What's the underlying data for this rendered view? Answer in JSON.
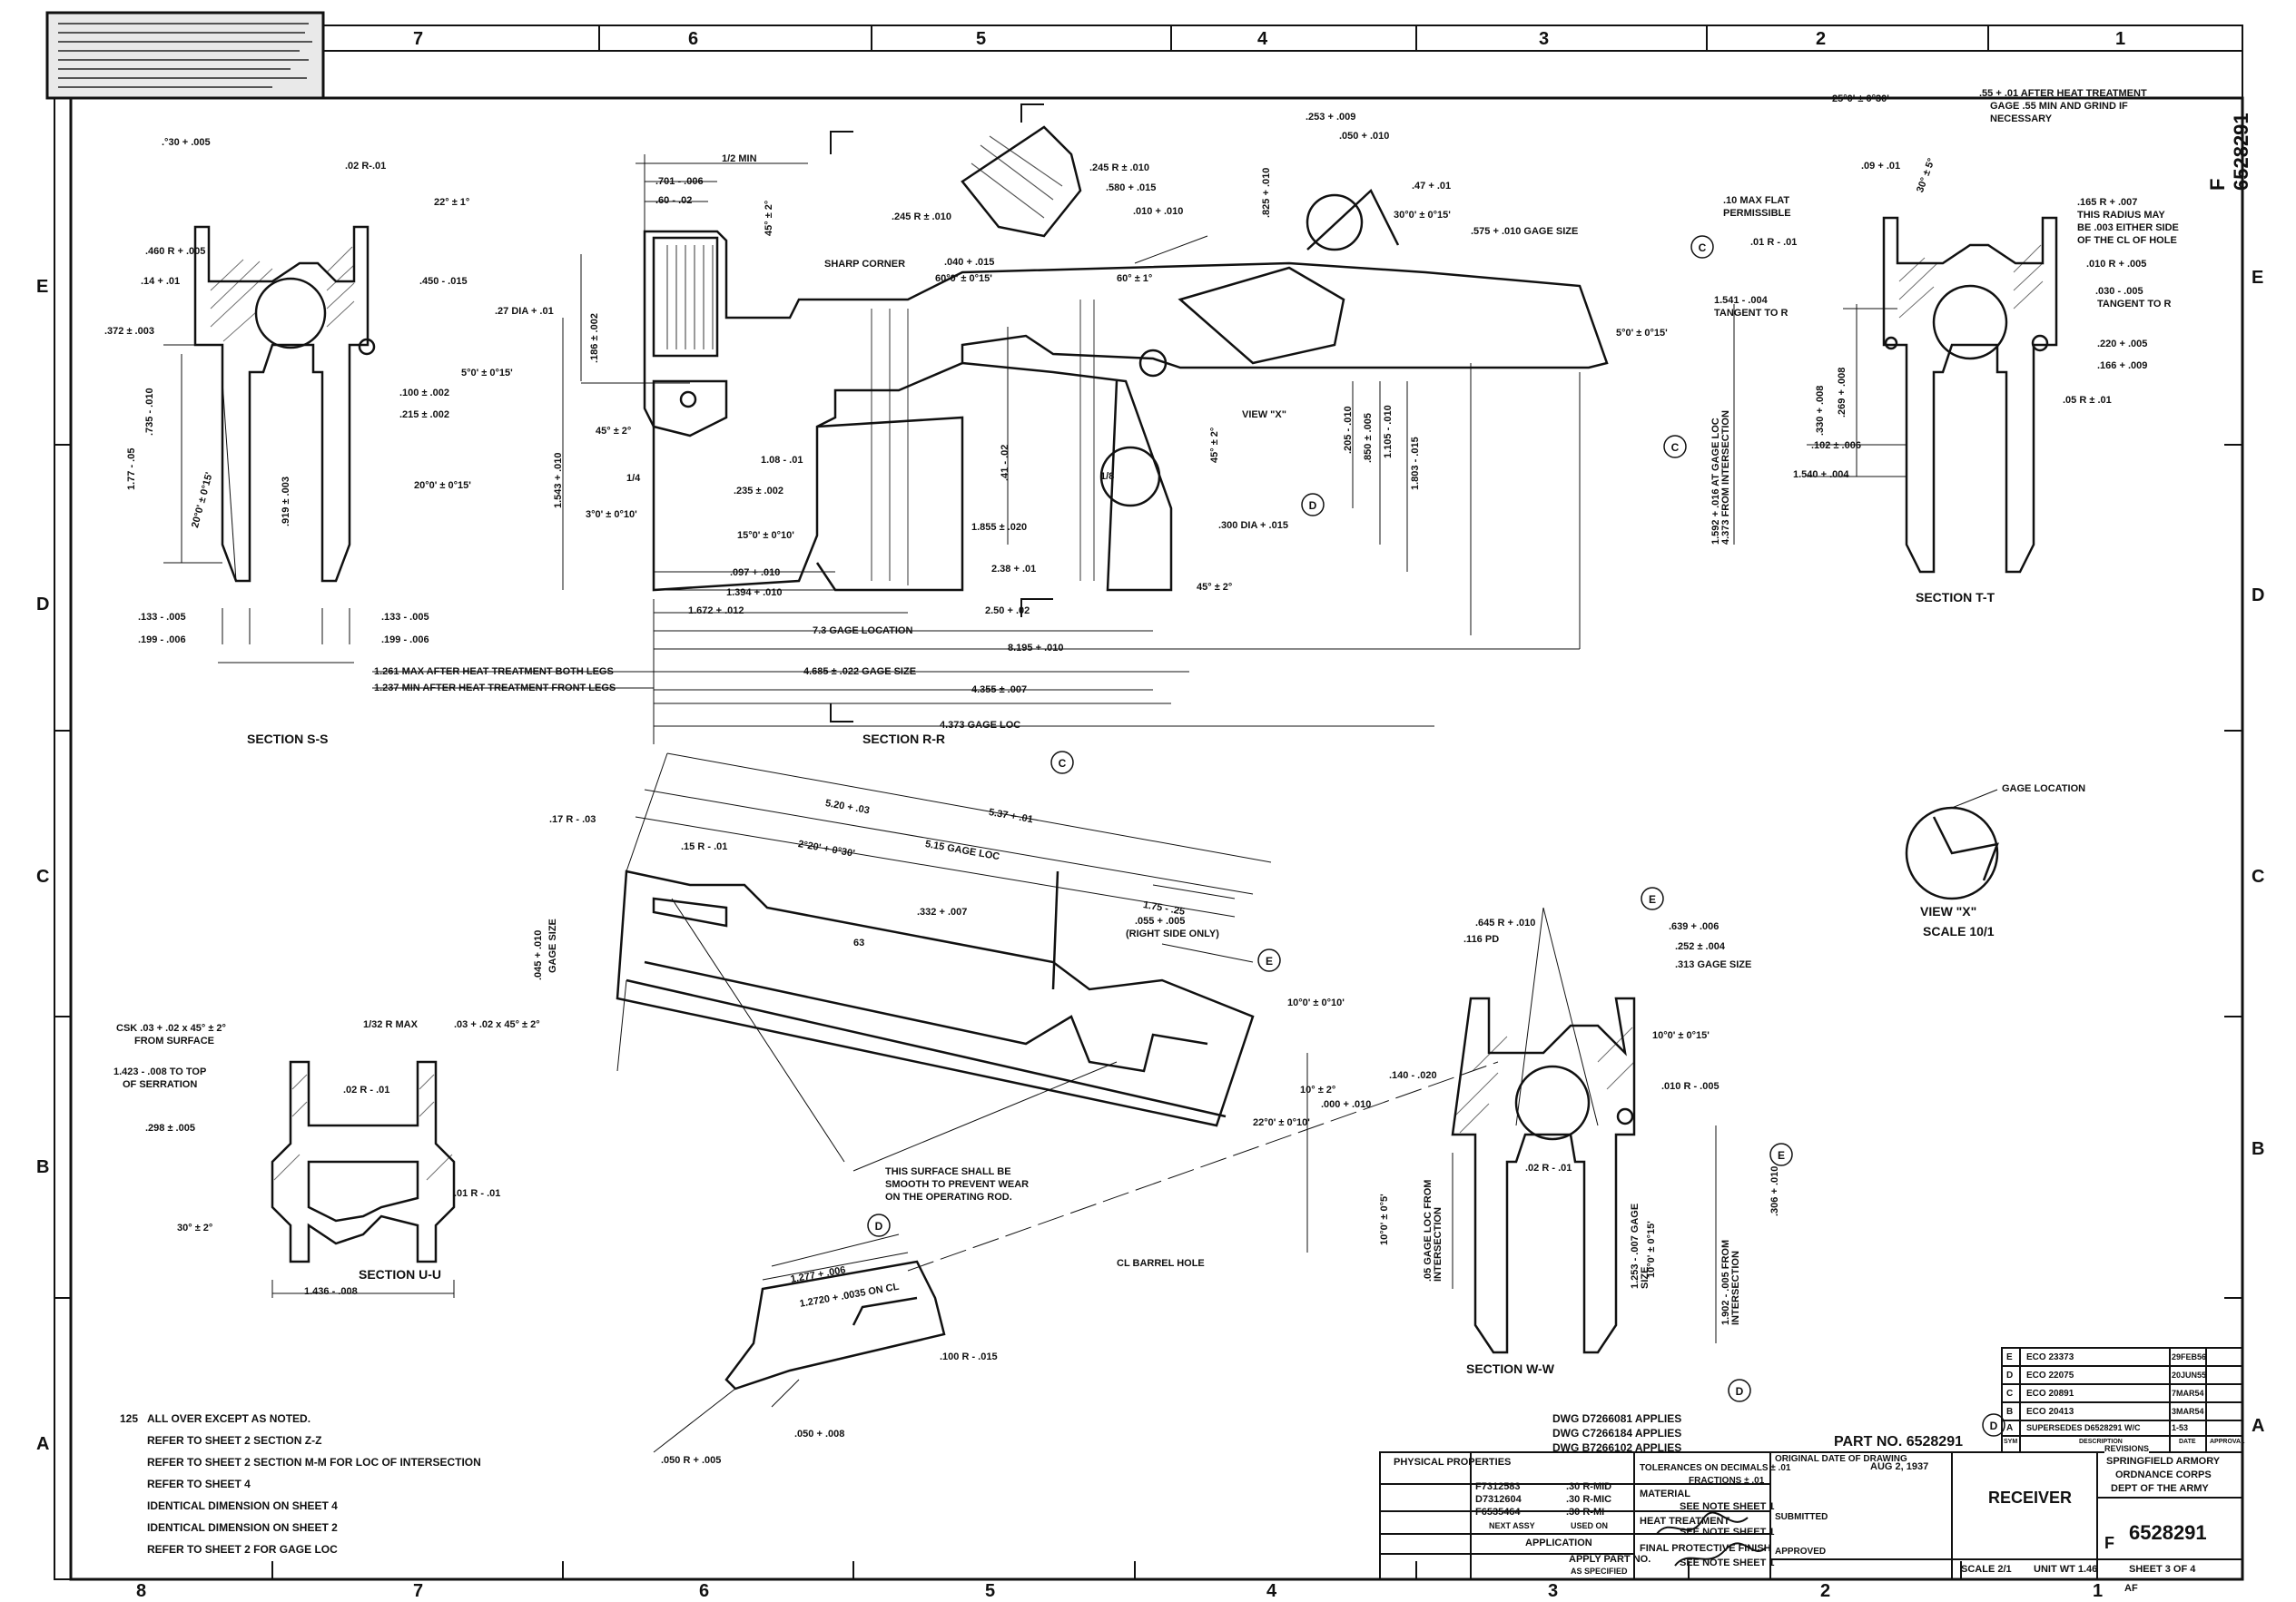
{
  "drawing_number_vertical": "F 6528291",
  "zones_top": [
    "7",
    "6",
    "5",
    "4",
    "3",
    "2",
    "1"
  ],
  "zones_bottom": [
    "8",
    "7",
    "6",
    "5",
    "4",
    "3",
    "2",
    "1"
  ],
  "zones_left": [
    "E",
    "D",
    "C",
    "B",
    "A"
  ],
  "zones_right": [
    "E",
    "D",
    "C",
    "B",
    "A"
  ],
  "sections": {
    "ss": "SECTION  S-S",
    "rr": "SECTION  R-R",
    "tt": "SECTION  T-T",
    "uu": "SECTION  U-U",
    "ww": "SECTION  W-W",
    "view_x": "VIEW \"X\"",
    "scale": "SCALE 10/1"
  },
  "dims": {
    "ss": [
      ".°30 + .005",
      ".02 R-.01",
      "22° ± 1°",
      ".460 R + .005",
      ".14 + .01",
      ".450 - .015",
      ".372 ± .003",
      ".27 DIA + .01",
      "5°0' ± 0°15'",
      ".735 - .010",
      ".100 ± .002",
      ".215 ± .002",
      "1.77 - .05",
      ".919 ± .003",
      "20°0' ± 0°15'",
      "20°0' ± 0°15'",
      ".133 - .005",
      ".133 - .005",
      ".199 - .006",
      ".199 - .006"
    ],
    "rr": [
      "1/2 MIN",
      ".701 - .006",
      ".60 - .02",
      "45° ± 2°",
      "SHARP CORNER",
      ".245 R ± .010",
      ".580 + .015",
      ".245 R ± .010",
      ".010 + .010",
      ".040 + .015",
      "60°0' ± 0°15'",
      "60° ± 1°",
      ".825 + .010",
      ".253 + .009",
      ".050 + .010",
      ".47 + .01",
      "30°0' ± 0°15'",
      ".575 + .010 GAGE SIZE",
      ".186 ± .002",
      "5°0' ± 0°15'",
      "45° ± 2°",
      "1.543 + .010",
      "1/4",
      "1.08 - .01",
      ".41 - .02",
      "VIEW \"X\"",
      "45° ± 2°",
      ".205 - .010",
      ".850 ± .005",
      "1.105 - .010",
      "1.803 - .015",
      "3°0' ± 0°10'",
      ".235 ± .002",
      "1/8",
      ".300 DIA + .015",
      "15°0' ± 0°10'",
      "1.855 ± .020",
      ".097 + .010",
      "2.38 + .01",
      "1.394 + .010",
      "1.672 + .012",
      "2.50 + .02",
      "45° ± 2°",
      "7.3 GAGE LOCATION",
      "8.195 + .010",
      "1.261 MAX AFTER HEAT TREATMENT BOTH LEGS",
      "1.237 MIN AFTER HEAT TREATMENT FRONT LEGS",
      "4.685 ± .022 GAGE SIZE",
      "4.355 ± .007",
      "4.373 GAGE LOC",
      "1.592 + .016 AT GAGE LOC 4.373 FROM INTERSECTION"
    ],
    "tt": [
      "25°0' ± 0°30'",
      ".55 + .01 AFTER HEAT TREATMENT",
      "GAGE .55 MIN AND GRIND IF",
      "NECESSARY",
      ".09 + .01",
      "30° ± 5°",
      ".10 MAX FLAT",
      "PERMISSIBLE",
      ".01 R - .01",
      ".165 R + .007",
      "THIS RADIUS MAY",
      "BE .003 EITHER SIDE",
      "OF THE CL OF HOLE",
      ".010 R + .005",
      "1.541 - .004",
      "TANGENT TO R",
      ".030 - .005",
      "TANGENT TO R",
      ".220 + .005",
      ".166 + .009",
      ".330 + .008",
      ".269 + .008",
      ".05 R ± .01",
      ".102 ± .006",
      "1.540 + .004"
    ],
    "long": [
      ".17 R - .03",
      ".15 R - .01",
      "2°20' + 0°30'",
      "5.20 + .03",
      "5.37 + .01",
      "5.15 GAGE LOC",
      ".332 + .007",
      "1.75 - .25",
      ".055 + .005",
      "(RIGHT SIDE ONLY)",
      ".045 + .010",
      "GAGE SIZE",
      "63",
      "THIS SURFACE SHALL BE",
      "SMOOTH TO PREVENT WEAR",
      "ON THE OPERATING ROD.",
      "CL BARREL HOLE"
    ],
    "uu": [
      "CSK .03 + .02 x 45° ± 2°",
      "FROM SURFACE",
      "1/32 R MAX",
      ".03 + .02 x 45° ± 2°",
      "1.423 - .008 TO TOP",
      "OF SERRATION",
      ".02 R - .01",
      ".298 ± .005",
      ".01 R - .01",
      "30° ± 2°",
      "1.436 - .008"
    ],
    "ww": [
      ".645 R + .010",
      ".639 + .006",
      ".116 PD",
      ".252 ± .004",
      ".313 GAGE SIZE",
      "10°0' ± 0°10'",
      "10°0' ± 0°15'",
      ".010 R - .005",
      ".140 - .020",
      "10° ± 2°",
      ".000 + .010",
      "22°0' ± 0°10'",
      ".02 R - .01",
      ".306 + .010",
      "1.253 - .007 GAGE SIZE",
      "10°0' ± 0°15'",
      "1.902 - .005 FROM INTERSECTION",
      ".05 GAGE LOC FROM INTERSECTION",
      "10°0' ± 0°5'"
    ],
    "detail": [
      "1.277 + .006",
      "1.2720 + .0035 ON CL",
      ".100 R - .015",
      ".050 + .008",
      ".050 R + .005"
    ],
    "view_x": [
      "GAGE LOCATION"
    ]
  },
  "notes": [
    "ALL OVER EXCEPT AS NOTED.",
    "REFER TO SHEET 2 SECTION Z-Z",
    "REFER TO SHEET 2 SECTION M-M FOR LOC OF INTERSECTION",
    "REFER TO SHEET 4",
    "IDENTICAL DIMENSION ON SHEET 4",
    "IDENTICAL DIMENSION ON SHEET 2",
    "REFER TO SHEET 2 FOR GAGE LOC"
  ],
  "finish_mark": "125",
  "applies": [
    "DWG  D7266081  APPLIES",
    "DWG  C7266184  APPLIES",
    "DWG  B7266102  APPLIES"
  ],
  "part_no": "PART NO. 6528291",
  "title_block": {
    "physical_properties": "PHYSICAL PROPERTIES",
    "next_assy": [
      "F7312583",
      "D7312604",
      "F6535464"
    ],
    "used_on": [
      ".30 R-MID",
      ".30 R-MIC",
      ".30 R-MI"
    ],
    "next_assy_label": "NEXT ASSY",
    "used_on_label": "USED ON",
    "application": "APPLICATION",
    "apply_part_no": "APPLY PART NO.",
    "as_specified": "AS SPECIFIED",
    "tolerances": "TOLERANCES ON   DECIMALS ± .01",
    "fractions": "FRACTIONS ± .01",
    "material": "MATERIAL",
    "see_note": "SEE NOTE SHEET 1",
    "heat_treatment": "HEAT TREATMENT",
    "final_finish": "FINAL PROTECTIVE FINISH",
    "original_date": "ORIGINAL DATE OF DRAWING",
    "date": "AUG 2, 1937",
    "submitted": "SUBMITTED",
    "approved": "APPROVED",
    "title": "RECEIVER",
    "org": [
      "SPRINGFIELD ARMORY",
      "ORDNANCE CORPS",
      "DEPT OF THE ARMY"
    ],
    "size": "F",
    "number": "6528291",
    "scale": "SCALE  2/1",
    "unit_wt": "UNIT WT  1.46",
    "sheet": "SHEET  3  OF  4"
  },
  "revisions": {
    "rows": [
      [
        "E",
        "ECO 23373",
        "29FEB56"
      ],
      [
        "D",
        "ECO 22075",
        "20JUN55"
      ],
      [
        "C",
        "ECO 20891",
        "7MAR54"
      ],
      [
        "B",
        "ECO 20413",
        "3MAR54"
      ],
      [
        "A",
        "SUPERSEDES D6528291 W/C",
        "1-53"
      ]
    ],
    "header_sym": "SYM",
    "header_desc": "DESCRIPTION",
    "header_date": "DATE",
    "header_approval": "APPROVAL",
    "title": "REVISIONS"
  },
  "corner_mark": "AF"
}
